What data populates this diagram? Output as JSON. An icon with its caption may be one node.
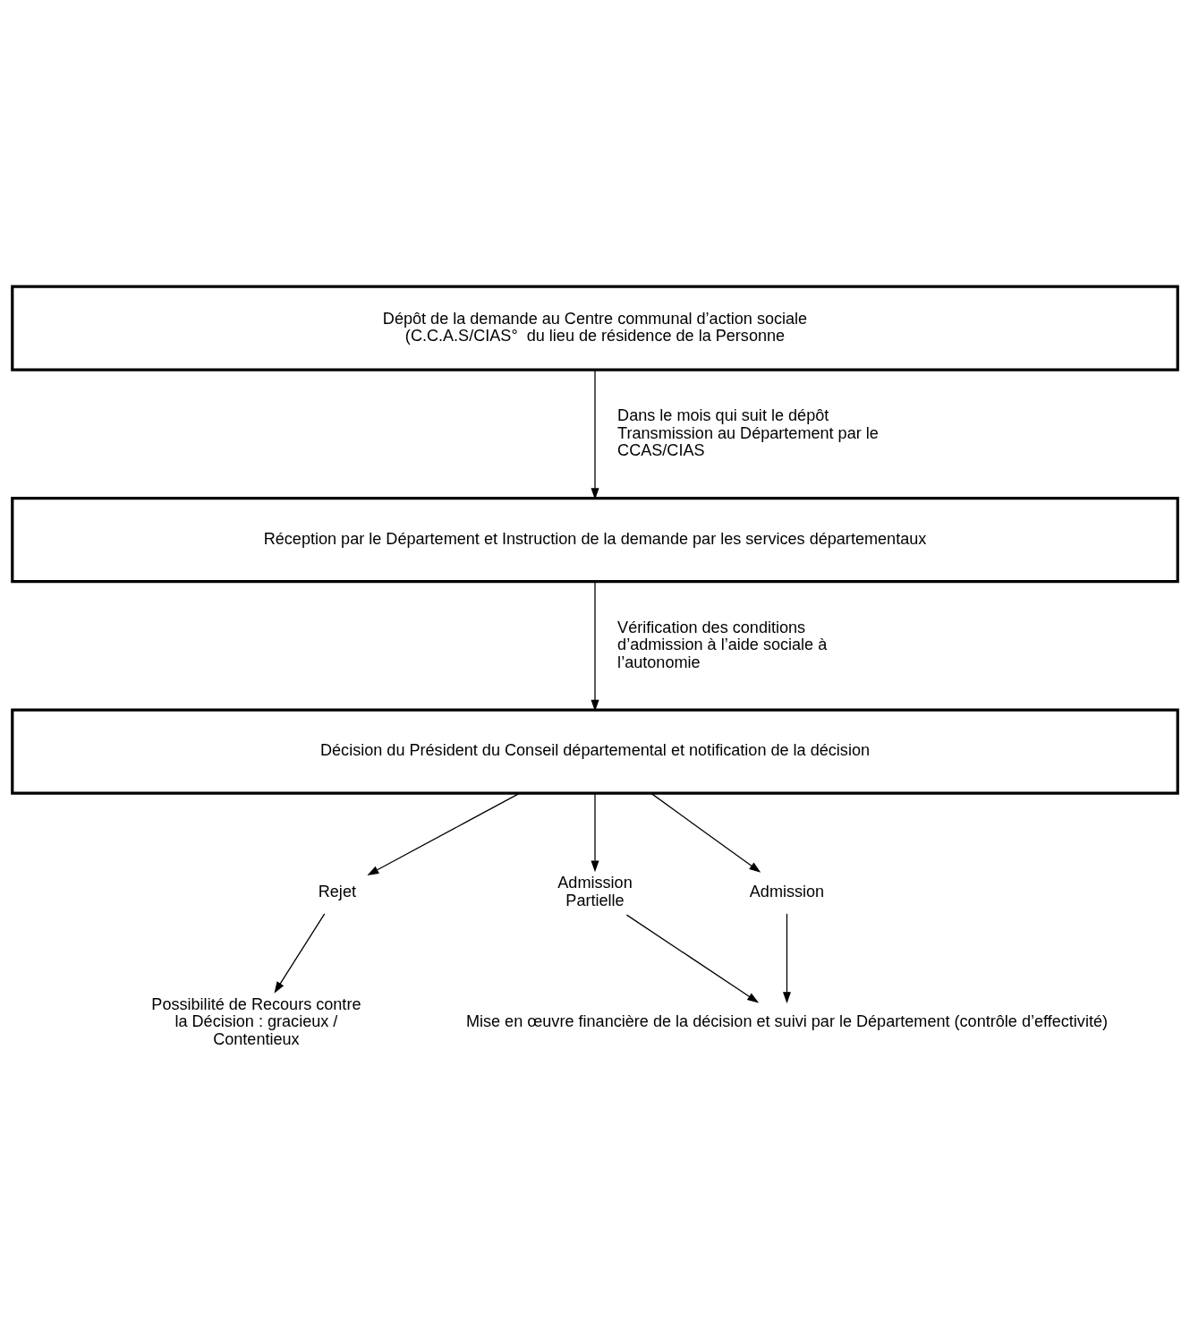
{
  "diagram": {
    "nodes": [
      {
        "text": [
          "Dépôt de la demande au Centre communal d’action sociale (C.C.A.S/CIAS°  du lieu de résidence de la Personne"
        ]
      },
      {
        "text": [
          "Réception par le Département et Instruction de la demande par les services départementaux"
        ]
      },
      {
        "text": [
          "Décision du Président du Conseil départemental et notification de la décision"
        ]
      },
      {
        "text": [
          "Rejet"
        ]
      },
      {
        "text": [
          "Admission Partielle"
        ]
      },
      {
        "text": [
          "Admission"
        ]
      },
      {
        "text": [
          "Possibilité de Recours contre la Décision : gracieux / Contentieux"
        ]
      },
      {
        "text": [
          "Mise en œuvre financière de la décision et suivi par le Département (contrôle d’effectivité)"
        ]
      }
    ],
    "edges": [
      {
        "from": 0,
        "to": 1,
        "arrow": "to",
        "label": "Dans le mois qui suit le dépôt Transmission au Département par le CCAS/CIAS"
      },
      {
        "from": 1,
        "to": 2,
        "arrow": "to",
        "label": "Vérification des conditions d’admission à l’aide sociale à l’autonomie"
      },
      {
        "from": 2,
        "to": 3,
        "arrow": "to"
      },
      {
        "from": 2,
        "to": 4,
        "arrow": "to"
      },
      {
        "from": 2,
        "to": 5,
        "arrow": "to"
      },
      {
        "from": 3,
        "to": 6,
        "arrow": "to"
      },
      {
        "from": 4,
        "to": 7,
        "arrow": "to"
      },
      {
        "from": 5,
        "to": 7,
        "arrow": "to"
      }
    ]
  }
}
